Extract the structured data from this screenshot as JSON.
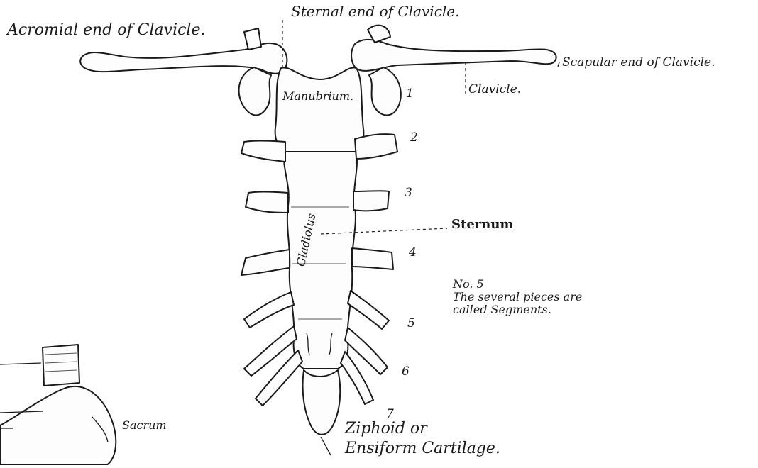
{
  "labels": {
    "acromial": "Acromial end of Clavicle.",
    "sternal": "Sternal end of Clavicle.",
    "scapular": "Scapular end of Clavicle.",
    "clavicle": "Clavicle.",
    "manubrium": "Manubrium.",
    "gladiolus": "Gladiolus",
    "sternum": "Sternum",
    "ziphoid_line1": "Ziphoid or",
    "ziphoid_line2": "Ensiform Cartilage.",
    "sacrum": "Sacrum"
  },
  "rib_numbers": [
    "1",
    "2",
    "3",
    "4",
    "5",
    "6",
    "7"
  ],
  "caption": {
    "number": "No. 5",
    "line1": "The several pieces are",
    "line2": "called Segments."
  }
}
